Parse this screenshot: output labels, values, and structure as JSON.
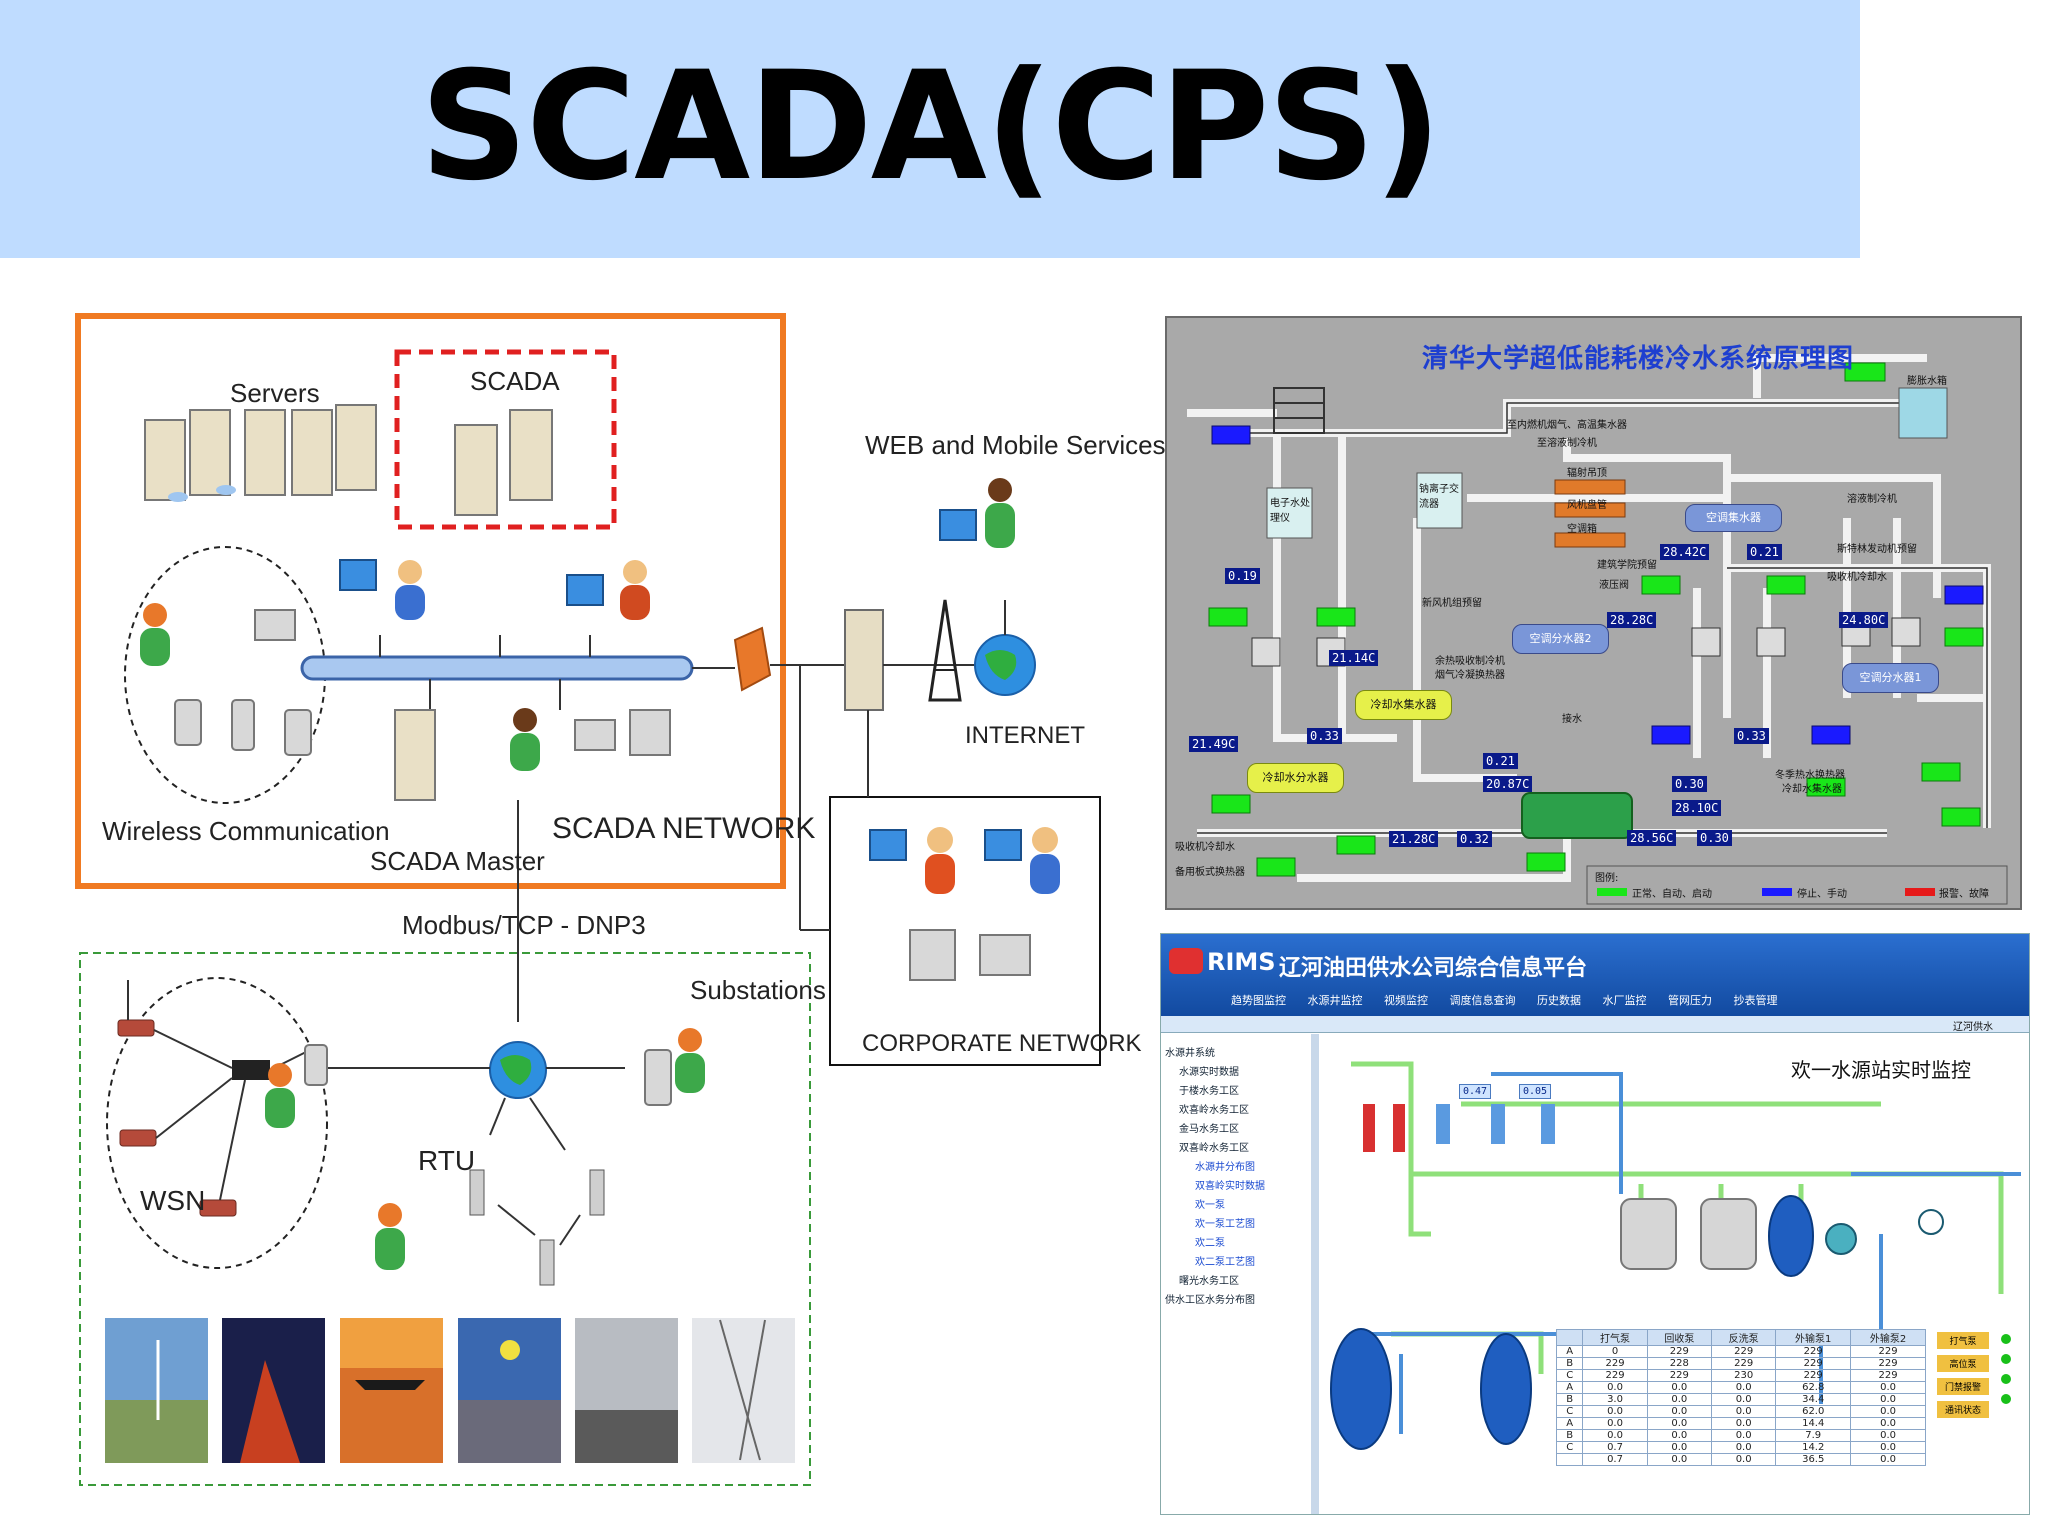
{
  "title": "SCADA(CPS)",
  "network": {
    "servers": "Servers",
    "scada": "SCADA",
    "web_mobile": "WEB and Mobile Services",
    "internet": "INTERNET",
    "wireless": "Wireless Communication",
    "scada_master": "SCADA Master",
    "scada_network": "SCADA NETWORK",
    "corporate": "CORPORATE NETWORK",
    "protocol": "Modbus/TCP - DNP3",
    "substations": "Substations",
    "rtu": "RTU",
    "wsn": "WSN"
  },
  "hvac": {
    "title": "清华大学超低能耗楼冷水系统原理图",
    "expansion_tank": "膨胀水箱",
    "units": {
      "air_collector": "空调集水器",
      "air_dist2": "空调分水器2",
      "air_dist1": "空调分水器1",
      "cool_collector": "冷却水集水器",
      "cool_dist": "冷却水分水器"
    },
    "labels": {
      "l1": "至内燃机烟气、高温集水器",
      "l2": "至溶液制冷机",
      "l3": "辐射吊顶",
      "l4": "风机盘管",
      "l5": "空调箱",
      "l6": "建筑学院预留",
      "l7": "液压阀",
      "l8": "新风机组预留",
      "l9": "溶液制冷机",
      "l10": "斯特林发动机预留",
      "l11": "吸收机冷却水",
      "l12": "电子水处理仪",
      "l13": "钠离子交流器",
      "l14": "余热吸收制冷机",
      "l15": "烟气冷凝换热器",
      "l16": "接水",
      "l17": "冬季热水换热器",
      "l18": "冷却水集水器",
      "l19": "吸收机冷却水",
      "l20": "备用板式换热器"
    },
    "values": [
      "0.19",
      "21.49C",
      "0.33",
      "21.14C",
      "28.42C",
      "0.21",
      "28.28C",
      "24.80C",
      "0.33",
      "0.21",
      "20.87C",
      "0.30",
      "28.10C",
      "21.28C",
      "0.32",
      "28.56C",
      "0.30"
    ],
    "legend": {
      "title": "图例:",
      "normal": "正常、自动、启动",
      "stop": "停止、手动",
      "alarm": "报警、故障"
    },
    "colors": {
      "normal": "#19e619",
      "stop": "#1a1aff",
      "alarm": "#e61919"
    }
  },
  "rims": {
    "brand": "RIMS",
    "platform": "辽河油田供水公司综合信息平台",
    "tabs": [
      "趋势图监控",
      "水源井监控",
      "视频监控",
      "调度信息查询",
      "历史数据",
      "水厂监控",
      "管网压力",
      "抄表管理"
    ],
    "right_badge": "辽河供水",
    "station_title": "欢一水源站实时监控",
    "tree": [
      "水源井系统",
      "水源实时数据",
      "于楼水务工区",
      "欢喜岭水务工区",
      "金马水务工区",
      "双喜岭水务工区",
      "水源井分布图",
      "双喜岭实时数据",
      "欢一泵",
      "欢一泵工艺图",
      "欢二泵",
      "欢二泵工艺图",
      "曙光水务工区",
      "供水工区水务分布图"
    ],
    "table": {
      "headers": [
        "",
        "打气泵",
        "回收泵",
        "反洗泵",
        "外输泵1",
        "外输泵2"
      ],
      "rows": [
        [
          "A",
          "0",
          "229",
          "229",
          "229",
          "229"
        ],
        [
          "B",
          "229",
          "228",
          "229",
          "229",
          "229"
        ],
        [
          "C",
          "229",
          "229",
          "230",
          "229",
          "229"
        ],
        [
          "A",
          "0.0",
          "0.0",
          "0.0",
          "62.8",
          "0.0"
        ],
        [
          "B",
          "3.0",
          "0.0",
          "0.0",
          "34.4",
          "0.0"
        ],
        [
          "C",
          "0.0",
          "0.0",
          "0.0",
          "62.0",
          "0.0"
        ],
        [
          "A",
          "0.0",
          "0.0",
          "0.0",
          "14.4",
          "0.0"
        ],
        [
          "B",
          "0.0",
          "0.0",
          "0.0",
          "7.9",
          "0.0"
        ],
        [
          "C",
          "0.7",
          "0.0",
          "0.0",
          "14.2",
          "0.0"
        ],
        [
          "",
          "0.7",
          "0.0",
          "0.0",
          "36.5",
          "0.0"
        ]
      ]
    },
    "gauges": [
      "0.47",
      "0.05"
    ],
    "status_buttons": [
      "打气泵",
      "高位泵",
      "门禁报警",
      "通讯状态"
    ]
  }
}
